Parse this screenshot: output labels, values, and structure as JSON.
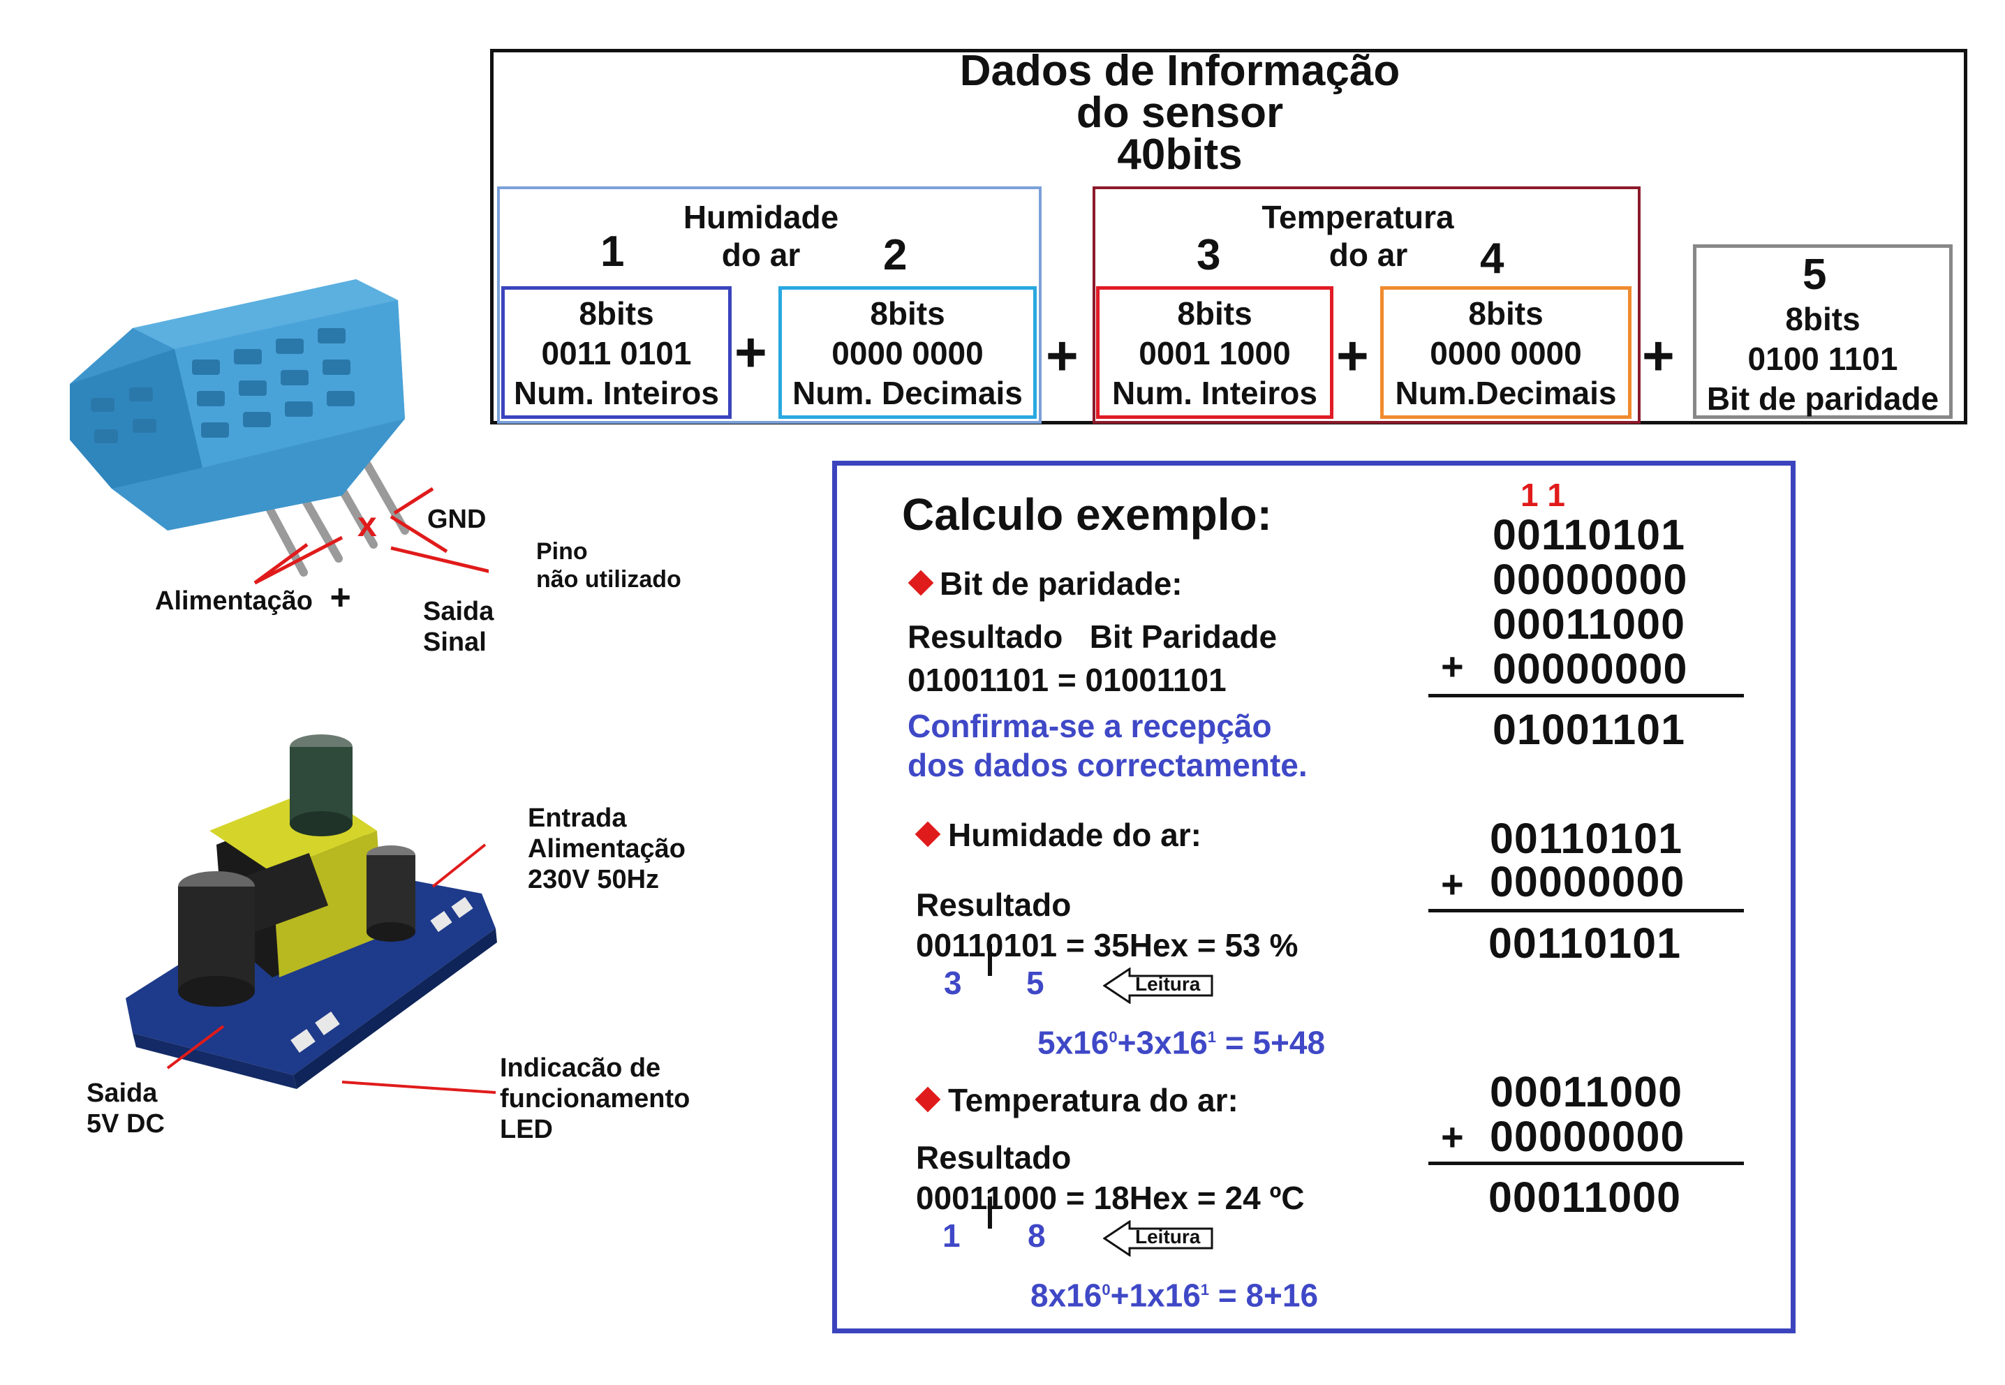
{
  "panel": {
    "title_lines": [
      "Dados de Informação",
      "do sensor",
      "40bits"
    ]
  },
  "groups": [
    {
      "label_lines": [
        "Humidade",
        "do ar"
      ]
    },
    {
      "label_lines": [
        "Temperatura",
        "do ar"
      ]
    }
  ],
  "fields": [
    {
      "number": "1",
      "lines": [
        "8bits",
        "0011 0101",
        "Num. Inteiros"
      ],
      "color": "#3b44bd"
    },
    {
      "number": "2",
      "lines": [
        "8bits",
        "0000 0000",
        "Num. Decimais"
      ],
      "color": "#29a8e0"
    },
    {
      "number": "3",
      "lines": [
        "8bits",
        "0001 1000",
        "Num. Inteiros"
      ],
      "color": "#e01b25"
    },
    {
      "number": "4",
      "lines": [
        "8bits",
        "0000 0000",
        "Num.Decimais"
      ],
      "color": "#f08a2e"
    },
    {
      "number": "5",
      "lines": [
        "8bits",
        "0100 1101",
        "Bit de paridade"
      ],
      "color": "#888888"
    }
  ],
  "plus_sign": "+",
  "group_colors": {
    "humidity": "#7aa0d8",
    "temperature": "#8c1a2a"
  },
  "sensor_labels": {
    "gnd": "GND",
    "unused_pin": [
      "Pino",
      "não utilizado"
    ],
    "power": "Alimentação",
    "power_plus": "+",
    "x_mark": "x",
    "signal_out": [
      "Saida",
      "Sinal"
    ]
  },
  "module_labels": {
    "input": [
      "Entrada",
      "Alimentação",
      "230V 50Hz"
    ],
    "output": [
      "Saida",
      "5V DC"
    ],
    "led": [
      "Indicacão de",
      "funcionamento",
      "LED"
    ]
  },
  "calc": {
    "title": "Calculo exemplo:",
    "parity": {
      "heading": "Bit de paridade:",
      "result_label": "Resultado   Bit Paridade",
      "result_line": "01001101 = 01001101",
      "confirm_lines": [
        "Confirma-se a recepção",
        "dos dados correctamente."
      ],
      "carry": "1 1",
      "addends": [
        "00110101",
        "00000000",
        "00011000",
        "00000000"
      ],
      "sum": "01001101"
    },
    "humidity": {
      "heading": "Humidade do ar:",
      "result_label": "Resultado",
      "result_left": "0011",
      "result_right": "0101 = 35Hex = 53 %",
      "digit_left": "3",
      "digit_right": "5",
      "arrow_label": "Leitura",
      "formula_parts": [
        "5x16",
        "0",
        "+3x16",
        "1",
        " = 5+48"
      ],
      "addends": [
        "00110101",
        "00000000"
      ],
      "sum": "00110101"
    },
    "temperature": {
      "heading": "Temperatura do ar:",
      "result_label": "Resultado",
      "result_left": "0001",
      "result_right": "1000 = 18Hex = 24 ºC",
      "digit_left": "1",
      "digit_right": "8",
      "arrow_label": "Leitura",
      "formula_parts": [
        "8x16",
        "0",
        "+1x16",
        "1",
        " = 8+16"
      ],
      "addends": [
        "00011000",
        "00000000"
      ],
      "sum": "00011000"
    }
  }
}
